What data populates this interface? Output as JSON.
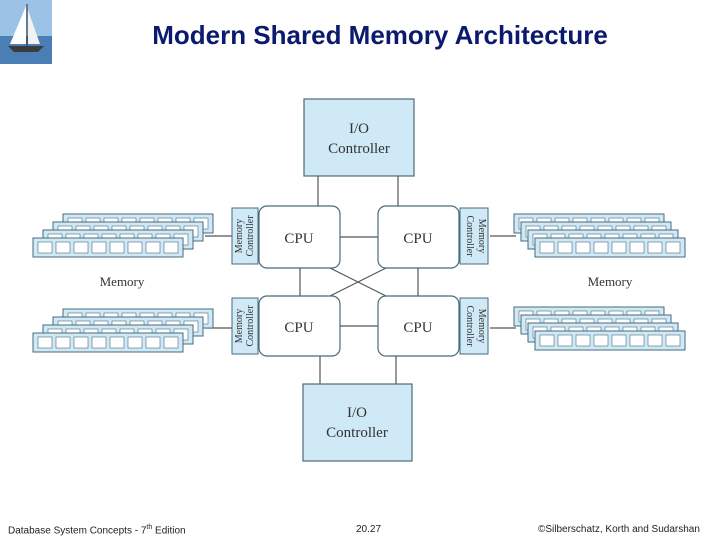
{
  "slide": {
    "title": "Modern Shared Memory Architecture"
  },
  "diagram": {
    "io_controller_top": [
      "I/O",
      "Controller"
    ],
    "io_controller_bottom": [
      "I/O",
      "Controller"
    ],
    "cpu_labels": [
      "CPU",
      "CPU",
      "CPU",
      "CPU"
    ],
    "memory_controller_label": [
      "Memory",
      "Controller"
    ],
    "memory_left_label": "Memory",
    "memory_right_label": "Memory"
  },
  "footer": {
    "left_prefix": "Database System Concepts - 7",
    "left_sup": "th",
    "left_suffix": " Edition",
    "center": "20.27",
    "right": "©Silberschatz, Korth and Sudarshan"
  },
  "colors": {
    "title": "#0c1a6e",
    "box_fill": "#cfe9f7",
    "box_stroke": "#4a6a7a",
    "memory_window": "#ffffff"
  },
  "logo_icon": "sailboat-icon"
}
